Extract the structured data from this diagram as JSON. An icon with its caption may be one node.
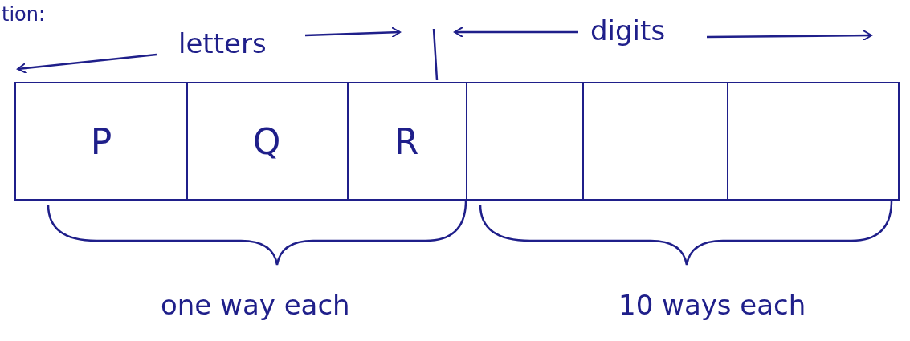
{
  "diagram": {
    "nodes": [
      {
        "text": [
          "P"
        ]
      },
      {
        "text": [
          "Q"
        ]
      },
      {
        "text": [
          "R"
        ]
      },
      {
        "text": [],
        "shape": "box"
      },
      {
        "text": [],
        "shape": "box"
      },
      {
        "text": [],
        "shape": "box"
      }
    ],
    "labels": [
      "tion:",
      "letters",
      "digits",
      "one way each",
      "10 ways each"
    ]
  }
}
